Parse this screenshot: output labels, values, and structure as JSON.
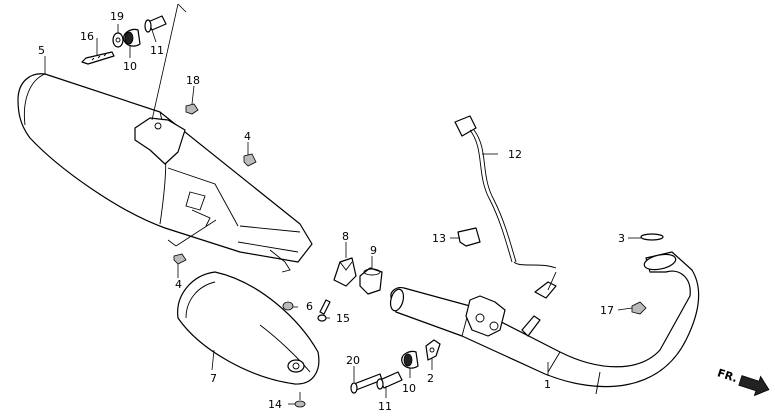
{
  "callouts": [
    {
      "id": "c1",
      "text": "1"
    },
    {
      "id": "c2",
      "text": "2"
    },
    {
      "id": "c3",
      "text": "3"
    },
    {
      "id": "c4a",
      "text": "4"
    },
    {
      "id": "c4b",
      "text": "4"
    },
    {
      "id": "c5",
      "text": "5"
    },
    {
      "id": "c6",
      "text": "6"
    },
    {
      "id": "c7",
      "text": "7"
    },
    {
      "id": "c8",
      "text": "8"
    },
    {
      "id": "c9",
      "text": "9"
    },
    {
      "id": "c10a",
      "text": "10"
    },
    {
      "id": "c10b",
      "text": "10"
    },
    {
      "id": "c11a",
      "text": "11"
    },
    {
      "id": "c11b",
      "text": "11"
    },
    {
      "id": "c12",
      "text": "12"
    },
    {
      "id": "c13",
      "text": "13"
    },
    {
      "id": "c14",
      "text": "14"
    },
    {
      "id": "c15",
      "text": "15"
    },
    {
      "id": "c16",
      "text": "16"
    },
    {
      "id": "c17",
      "text": "17"
    },
    {
      "id": "c18",
      "text": "18"
    },
    {
      "id": "c19",
      "text": "19"
    },
    {
      "id": "c20",
      "text": "20"
    }
  ],
  "front_indicator": {
    "text": "FR.",
    "icon": "front-arrow-icon"
  }
}
